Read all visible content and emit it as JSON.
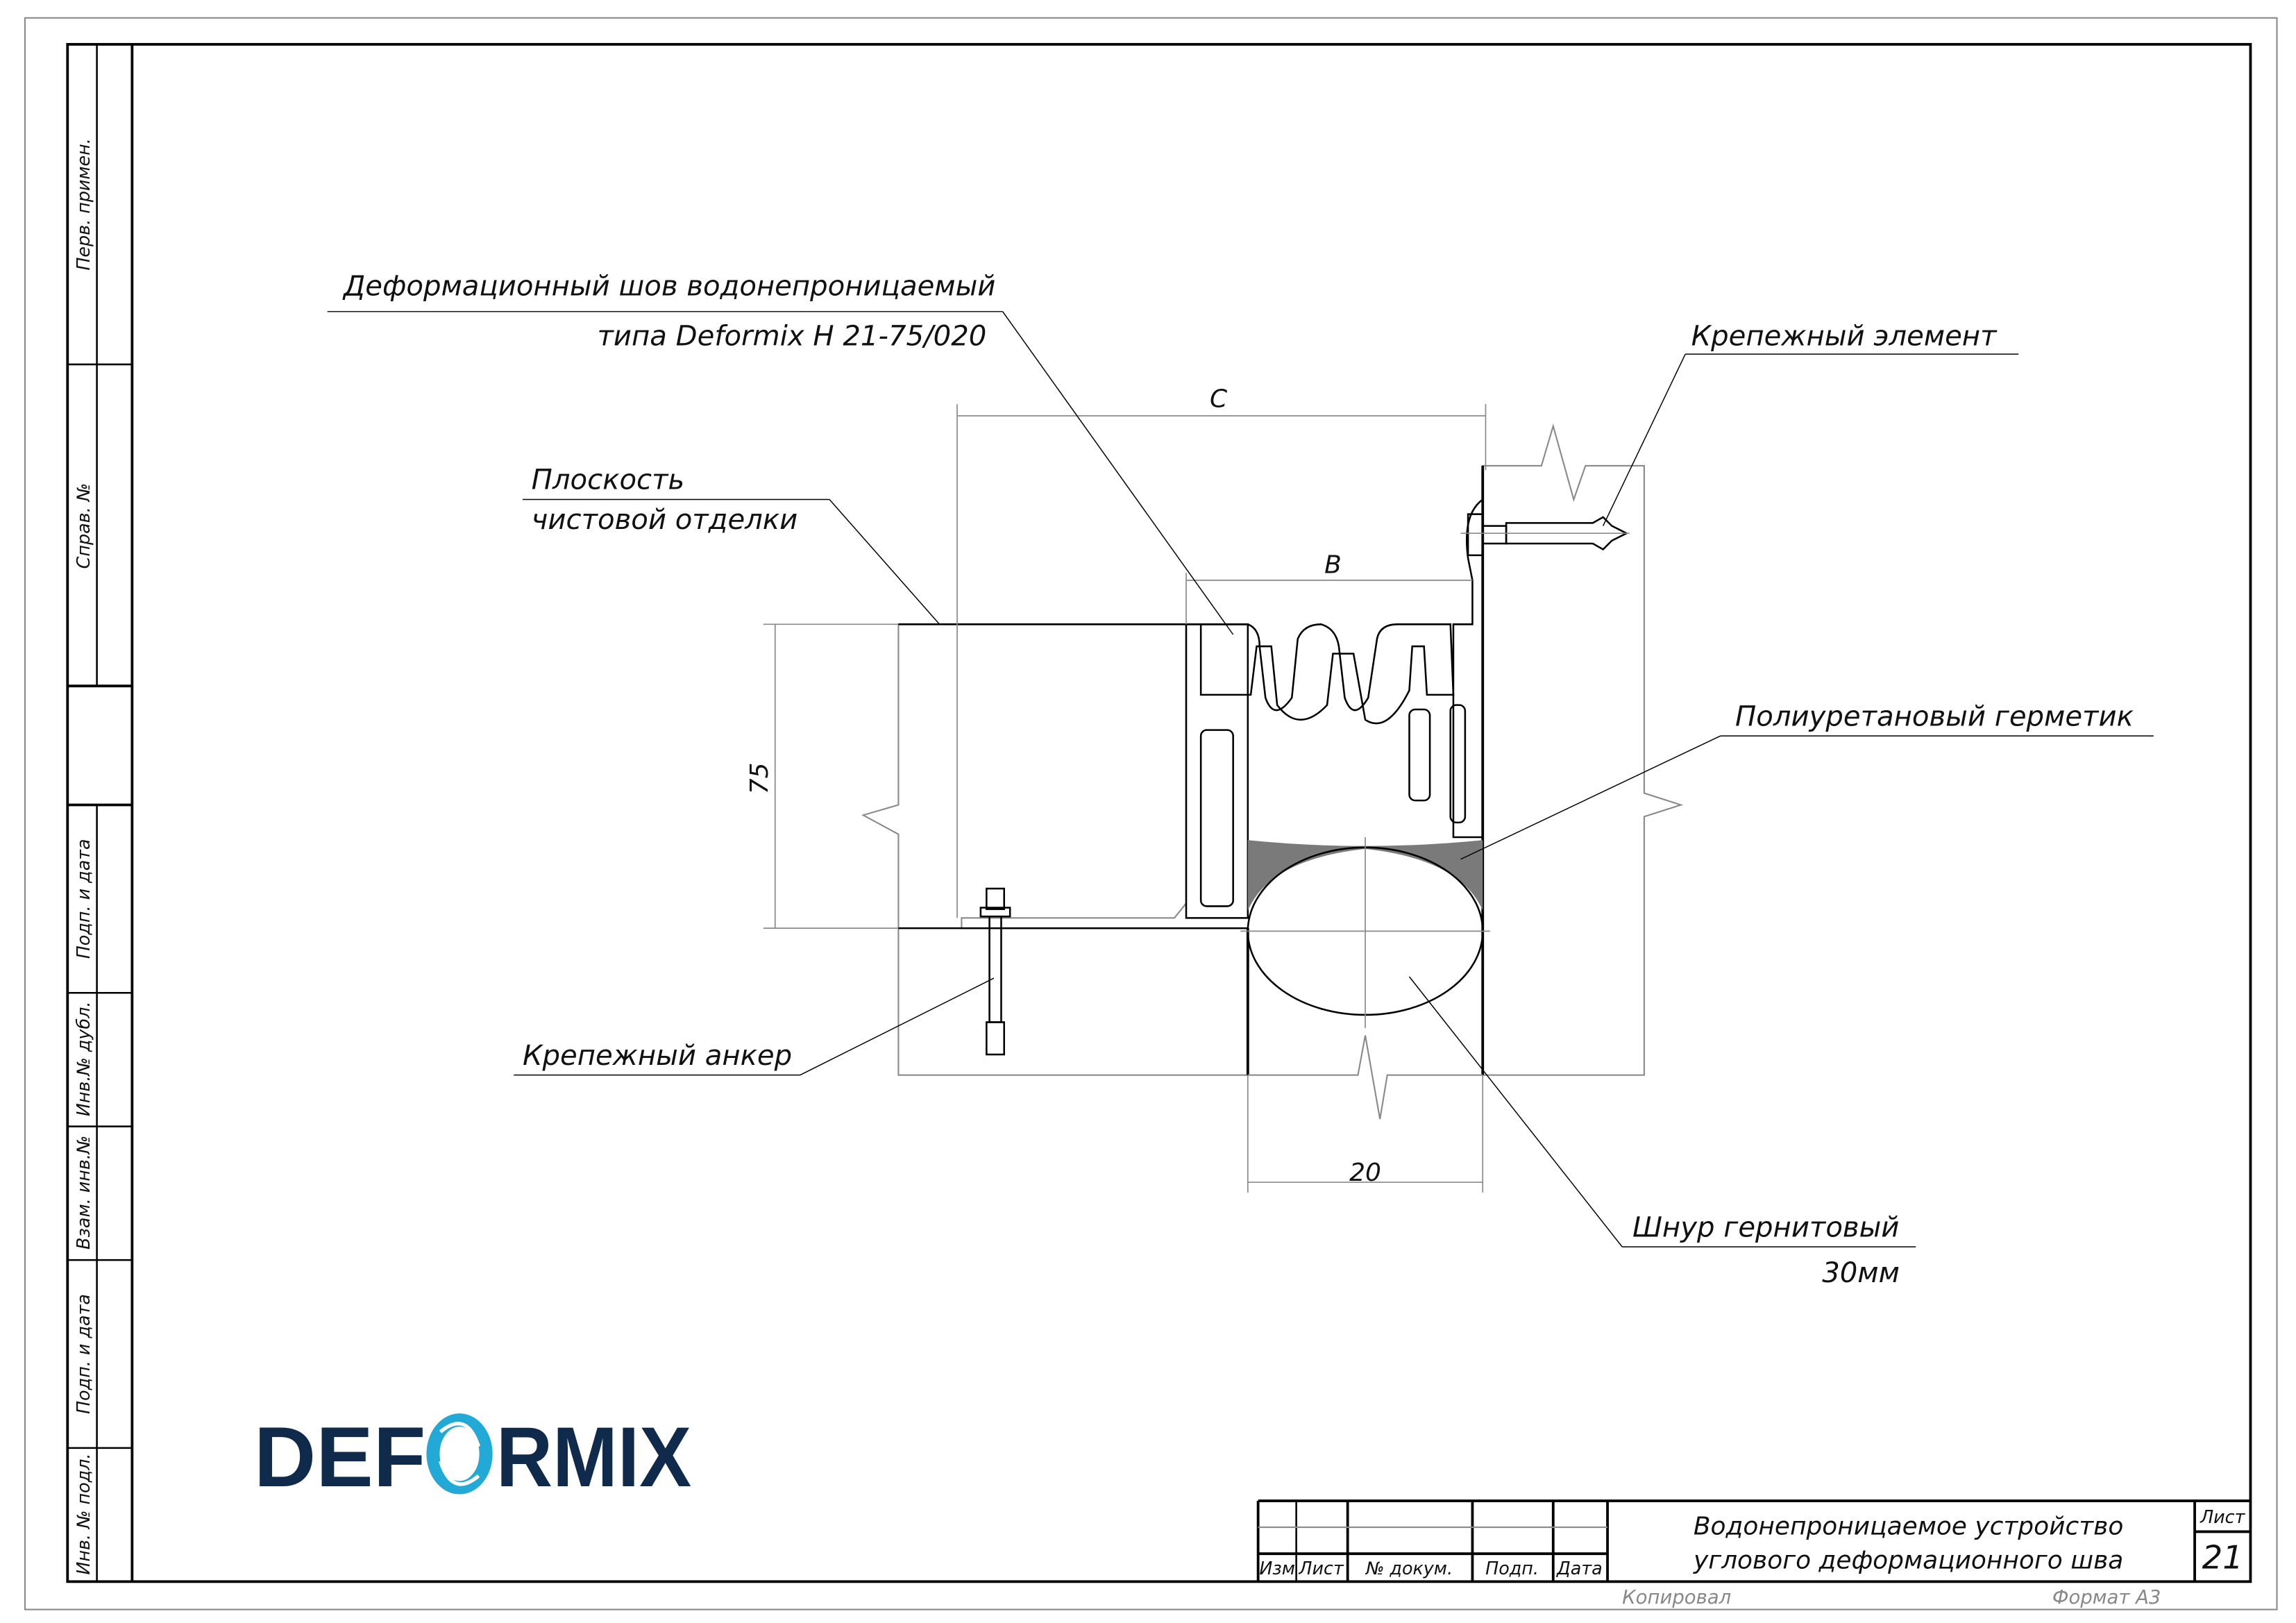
{
  "colors": {
    "logo_dark": "#0f2a4a",
    "logo_accent": "#22a9d6",
    "sealant": "#7a7a7a",
    "frame_gray": "#8a8a8a"
  },
  "side_strip": {
    "labels": [
      "Перв. примен.",
      "Справ. №",
      "Подп. и дата",
      "Инв.№ дубл.",
      "Взам. инв.№",
      "Подп. и дата",
      "Инв. № подл."
    ]
  },
  "callouts": {
    "joint_line1": "Деформационный шов водонепроницаемый",
    "joint_line2": "типа Deformix H 21-75/020",
    "fastener": "Крепежный элемент",
    "finish_line1": "Плоскость",
    "finish_line2": "чистовой отделки",
    "sealant": "Полиуретановый герметик",
    "anchor": "Крепежный анкер",
    "cord_line1": "Шнур гернитовый",
    "cord_line2": "30мм"
  },
  "dimensions": {
    "c": "С",
    "b": "В",
    "height": "75",
    "gap": "20"
  },
  "logo": {
    "text_left": "DEF",
    "text_right": "RMIX",
    "full": "DEFORMIX"
  },
  "title_block": {
    "col_izm": "Изм",
    "col_list": "Лист",
    "col_doc": "№ докум.",
    "col_podp": "Подп.",
    "col_date": "Дата",
    "title_line1": "Водонепроницаемое устройство",
    "title_line2": "углового деформационного шва",
    "sheet_label": "Лист",
    "sheet_number": "21",
    "copied": "Копировал",
    "format": "Формат А3"
  }
}
